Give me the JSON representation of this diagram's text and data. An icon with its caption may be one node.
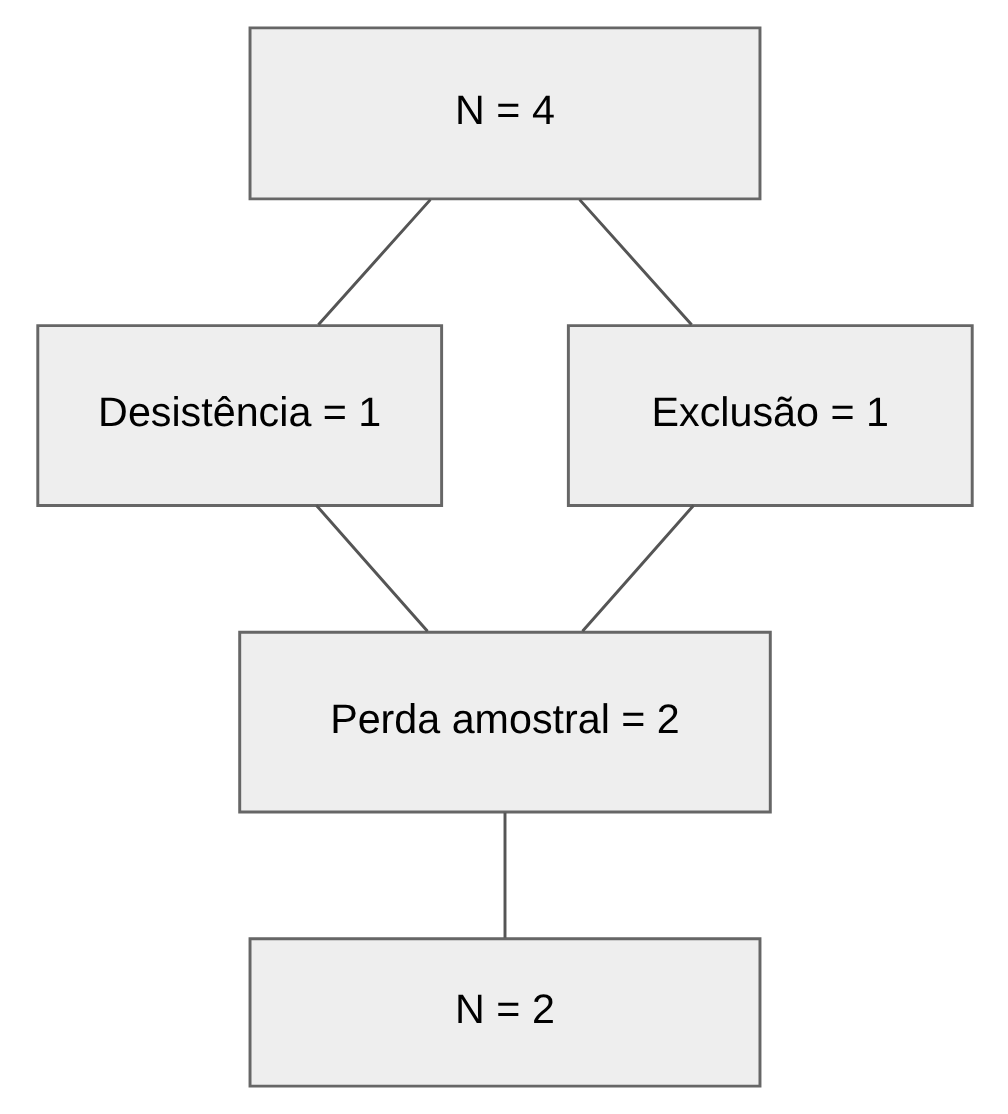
{
  "diagram": {
    "nodes": [
      {
        "text": [
          "N = 4"
        ]
      },
      {
        "text": [
          "Desistência = 1"
        ]
      },
      {
        "text": [
          "Exclusão = 1"
        ]
      },
      {
        "text": [
          "Perda amostral = 2"
        ]
      },
      {
        "text": [
          "N = 2"
        ]
      }
    ],
    "edges": [
      {
        "from": 0,
        "to": 1,
        "arrow": "none"
      },
      {
        "from": 0,
        "to": 2,
        "arrow": "none"
      },
      {
        "from": 1,
        "to": 3,
        "arrow": "none"
      },
      {
        "from": 2,
        "to": 3,
        "arrow": "none"
      },
      {
        "from": 3,
        "to": 4,
        "arrow": "none"
      }
    ]
  }
}
